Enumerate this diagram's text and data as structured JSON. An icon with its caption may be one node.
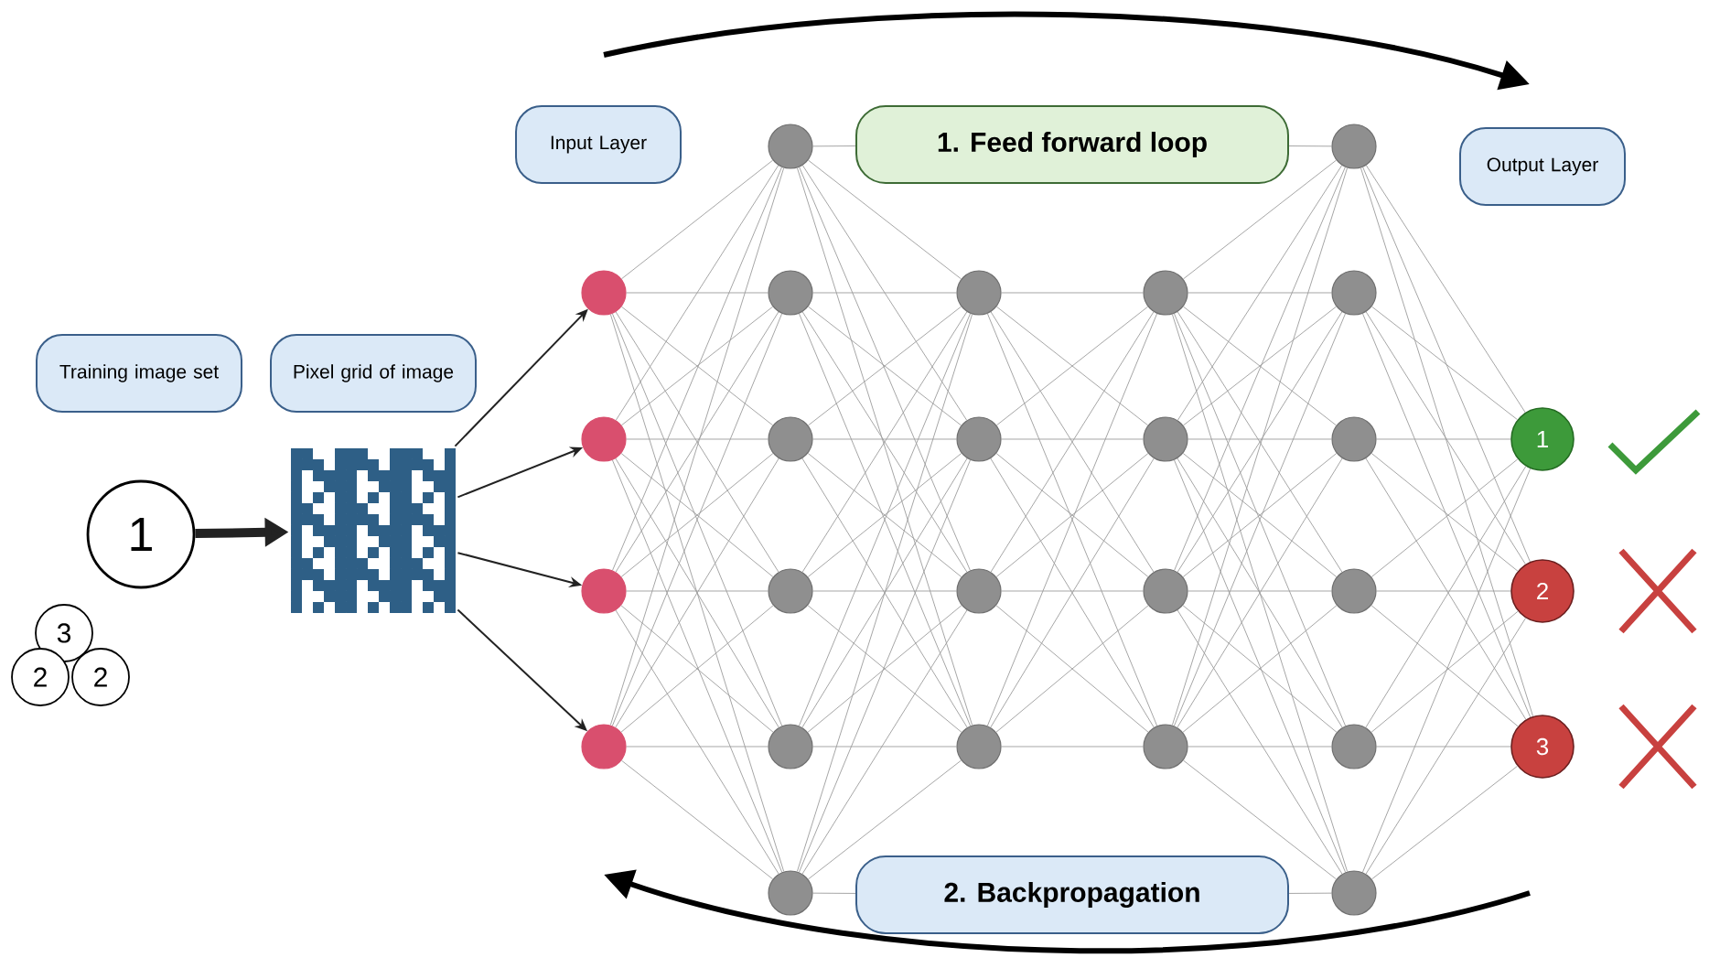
{
  "diagram": {
    "nodes": [
      {
        "text": [
          "Training image set"
        ]
      },
      {
        "text": [
          "Pixel grid of image"
        ]
      },
      {
        "text": [
          "1"
        ]
      },
      {
        "text": [],
        "shape": "picture"
      },
      {
        "text": [
          "3"
        ]
      },
      {
        "text": [
          "2"
        ]
      },
      {
        "text": [
          "2"
        ]
      },
      {
        "text": [
          "Input Layer"
        ]
      },
      {
        "text": [
          "1. Feed forward loop"
        ]
      },
      {
        "text": [
          "Output Layer"
        ]
      },
      {
        "text": [
          "2. Backpropagation"
        ]
      },
      {
        "text": [],
        "shape": "circle"
      },
      {
        "text": [],
        "shape": "circle"
      },
      {
        "text": [],
        "shape": "circle"
      },
      {
        "text": [],
        "shape": "circle"
      },
      {
        "text": [],
        "shape": "circle"
      },
      {
        "text": [],
        "shape": "circle"
      },
      {
        "text": [],
        "shape": "circle"
      },
      {
        "text": [],
        "shape": "circle"
      },
      {
        "text": [],
        "shape": "circle"
      },
      {
        "text": [],
        "shape": "circle"
      },
      {
        "text": [],
        "shape": "circle"
      },
      {
        "text": [],
        "shape": "circle"
      },
      {
        "text": [],
        "shape": "circle"
      },
      {
        "text": [],
        "shape": "circle"
      },
      {
        "text": [],
        "shape": "circle"
      },
      {
        "text": [],
        "shape": "circle"
      },
      {
        "text": [],
        "shape": "circle"
      },
      {
        "text": [],
        "shape": "circle"
      },
      {
        "text": [],
        "shape": "circle"
      },
      {
        "text": [],
        "shape": "circle"
      },
      {
        "text": [],
        "shape": "circle"
      },
      {
        "text": [],
        "shape": "circle"
      },
      {
        "text": [],
        "shape": "circle"
      },
      {
        "text": [],
        "shape": "circle"
      },
      {
        "text": [
          "1"
        ]
      },
      {
        "text": [
          "2"
        ]
      },
      {
        "text": [
          "3"
        ]
      }
    ],
    "edges": [
      {
        "from": 2,
        "to": 3,
        "arrow": "to",
        "style": "thick",
        "color": "#222222"
      },
      {
        "from": 3,
        "to": 11,
        "arrow": "to",
        "color": "#222222"
      },
      {
        "from": 3,
        "to": 12,
        "arrow": "to",
        "color": "#222222"
      },
      {
        "from": 3,
        "to": 13,
        "arrow": "to",
        "color": "#222222"
      },
      {
        "from": 3,
        "to": 14,
        "arrow": "to",
        "color": "#222222"
      },
      {
        "from": 15,
        "to": 8,
        "arrow": "none"
      },
      {
        "from": 8,
        "to": 29,
        "arrow": "none"
      },
      {
        "from": 20,
        "to": 10,
        "arrow": "none"
      },
      {
        "from": 10,
        "to": 34,
        "arrow": "none"
      },
      {
        "from": 11,
        "to": 15,
        "arrow": "none"
      },
      {
        "from": 11,
        "to": 16,
        "arrow": "none"
      },
      {
        "from": 11,
        "to": 17,
        "arrow": "none"
      },
      {
        "from": 11,
        "to": 18,
        "arrow": "none"
      },
      {
        "from": 11,
        "to": 19,
        "arrow": "none"
      },
      {
        "from": 11,
        "to": 20,
        "arrow": "none"
      },
      {
        "from": 12,
        "to": 15,
        "arrow": "none"
      },
      {
        "from": 12,
        "to": 16,
        "arrow": "none"
      },
      {
        "from": 12,
        "to": 17,
        "arrow": "none"
      },
      {
        "from": 12,
        "to": 18,
        "arrow": "none"
      },
      {
        "from": 12,
        "to": 19,
        "arrow": "none"
      },
      {
        "from": 12,
        "to": 20,
        "arrow": "none"
      },
      {
        "from": 13,
        "to": 15,
        "arrow": "none"
      },
      {
        "from": 13,
        "to": 16,
        "arrow": "none"
      },
      {
        "from": 13,
        "to": 17,
        "arrow": "none"
      },
      {
        "from": 13,
        "to": 18,
        "arrow": "none"
      },
      {
        "from": 13,
        "to": 19,
        "arrow": "none"
      },
      {
        "from": 13,
        "to": 20,
        "arrow": "none"
      },
      {
        "from": 14,
        "to": 15,
        "arrow": "none"
      },
      {
        "from": 14,
        "to": 16,
        "arrow": "none"
      },
      {
        "from": 14,
        "to": 17,
        "arrow": "none"
      },
      {
        "from": 14,
        "to": 18,
        "arrow": "none"
      },
      {
        "from": 14,
        "to": 19,
        "arrow": "none"
      },
      {
        "from": 14,
        "to": 20,
        "arrow": "none"
      },
      {
        "from": 15,
        "to": 21,
        "arrow": "none"
      },
      {
        "from": 15,
        "to": 22,
        "arrow": "none"
      },
      {
        "from": 15,
        "to": 23,
        "arrow": "none"
      },
      {
        "from": 15,
        "to": 24,
        "arrow": "none"
      },
      {
        "from": 16,
        "to": 21,
        "arrow": "none"
      },
      {
        "from": 16,
        "to": 22,
        "arrow": "none"
      },
      {
        "from": 16,
        "to": 23,
        "arrow": "none"
      },
      {
        "from": 16,
        "to": 24,
        "arrow": "none"
      },
      {
        "from": 17,
        "to": 21,
        "arrow": "none"
      },
      {
        "from": 17,
        "to": 22,
        "arrow": "none"
      },
      {
        "from": 17,
        "to": 23,
        "arrow": "none"
      },
      {
        "from": 17,
        "to": 24,
        "arrow": "none"
      },
      {
        "from": 18,
        "to": 21,
        "arrow": "none"
      },
      {
        "from": 18,
        "to": 22,
        "arrow": "none"
      },
      {
        "from": 18,
        "to": 23,
        "arrow": "none"
      },
      {
        "from": 18,
        "to": 24,
        "arrow": "none"
      },
      {
        "from": 19,
        "to": 21,
        "arrow": "none"
      },
      {
        "from": 19,
        "to": 22,
        "arrow": "none"
      },
      {
        "from": 19,
        "to": 23,
        "arrow": "none"
      },
      {
        "from": 19,
        "to": 24,
        "arrow": "none"
      },
      {
        "from": 20,
        "to": 21,
        "arrow": "none"
      },
      {
        "from": 20,
        "to": 22,
        "arrow": "none"
      },
      {
        "from": 20,
        "to": 23,
        "arrow": "none"
      },
      {
        "from": 20,
        "to": 24,
        "arrow": "none"
      },
      {
        "from": 21,
        "to": 25,
        "arrow": "none"
      },
      {
        "from": 21,
        "to": 26,
        "arrow": "none"
      },
      {
        "from": 21,
        "to": 27,
        "arrow": "none"
      },
      {
        "from": 21,
        "to": 28,
        "arrow": "none"
      },
      {
        "from": 22,
        "to": 25,
        "arrow": "none"
      },
      {
        "from": 22,
        "to": 26,
        "arrow": "none"
      },
      {
        "from": 22,
        "to": 27,
        "arrow": "none"
      },
      {
        "from": 22,
        "to": 28,
        "arrow": "none"
      },
      {
        "from": 23,
        "to": 25,
        "arrow": "none"
      },
      {
        "from": 23,
        "to": 26,
        "arrow": "none"
      },
      {
        "from": 23,
        "to": 27,
        "arrow": "none"
      },
      {
        "from": 23,
        "to": 28,
        "arrow": "none"
      },
      {
        "from": 24,
        "to": 25,
        "arrow": "none"
      },
      {
        "from": 24,
        "to": 26,
        "arrow": "none"
      },
      {
        "from": 24,
        "to": 27,
        "arrow": "none"
      },
      {
        "from": 24,
        "to": 28,
        "arrow": "none"
      },
      {
        "from": 25,
        "to": 29,
        "arrow": "none"
      },
      {
        "from": 25,
        "to": 30,
        "arrow": "none"
      },
      {
        "from": 25,
        "to": 31,
        "arrow": "none"
      },
      {
        "from": 25,
        "to": 32,
        "arrow": "none"
      },
      {
        "from": 25,
        "to": 33,
        "arrow": "none"
      },
      {
        "from": 25,
        "to": 34,
        "arrow": "none"
      },
      {
        "from": 26,
        "to": 29,
        "arrow": "none"
      },
      {
        "from": 26,
        "to": 30,
        "arrow": "none"
      },
      {
        "from": 26,
        "to": 31,
        "arrow": "none"
      },
      {
        "from": 26,
        "to": 32,
        "arrow": "none"
      },
      {
        "from": 26,
        "to": 33,
        "arrow": "none"
      },
      {
        "from": 26,
        "to": 34,
        "arrow": "none"
      },
      {
        "from": 27,
        "to": 29,
        "arrow": "none"
      },
      {
        "from": 27,
        "to": 30,
        "arrow": "none"
      },
      {
        "from": 27,
        "to": 31,
        "arrow": "none"
      },
      {
        "from": 27,
        "to": 32,
        "arrow": "none"
      },
      {
        "from": 27,
        "to": 33,
        "arrow": "none"
      },
      {
        "from": 27,
        "to": 34,
        "arrow": "none"
      },
      {
        "from": 28,
        "to": 29,
        "arrow": "none"
      },
      {
        "from": 28,
        "to": 30,
        "arrow": "none"
      },
      {
        "from": 28,
        "to": 31,
        "arrow": "none"
      },
      {
        "from": 28,
        "to": 32,
        "arrow": "none"
      },
      {
        "from": 28,
        "to": 33,
        "arrow": "none"
      },
      {
        "from": 28,
        "to": 34,
        "arrow": "none"
      },
      {
        "from": 29,
        "to": 35,
        "arrow": "none"
      },
      {
        "from": 29,
        "to": 36,
        "arrow": "none"
      },
      {
        "from": 29,
        "to": 37,
        "arrow": "none"
      },
      {
        "from": 30,
        "to": 35,
        "arrow": "none"
      },
      {
        "from": 30,
        "to": 36,
        "arrow": "none"
      },
      {
        "from": 30,
        "to": 37,
        "arrow": "none"
      },
      {
        "from": 31,
        "to": 35,
        "arrow": "none"
      },
      {
        "from": 31,
        "to": 36,
        "arrow": "none"
      },
      {
        "from": 31,
        "to": 37,
        "arrow": "none"
      },
      {
        "from": 32,
        "to": 35,
        "arrow": "none"
      },
      {
        "from": 32,
        "to": 36,
        "arrow": "none"
      },
      {
        "from": 32,
        "to": 37,
        "arrow": "none"
      },
      {
        "from": 33,
        "to": 35,
        "arrow": "none"
      },
      {
        "from": 33,
        "to": 36,
        "arrow": "none"
      },
      {
        "from": 33,
        "to": 37,
        "arrow": "none"
      },
      {
        "from": 34,
        "to": 35,
        "arrow": "none"
      },
      {
        "from": 34,
        "to": 36,
        "arrow": "none"
      },
      {
        "from": 34,
        "to": 37,
        "arrow": "none"
      }
    ]
  }
}
